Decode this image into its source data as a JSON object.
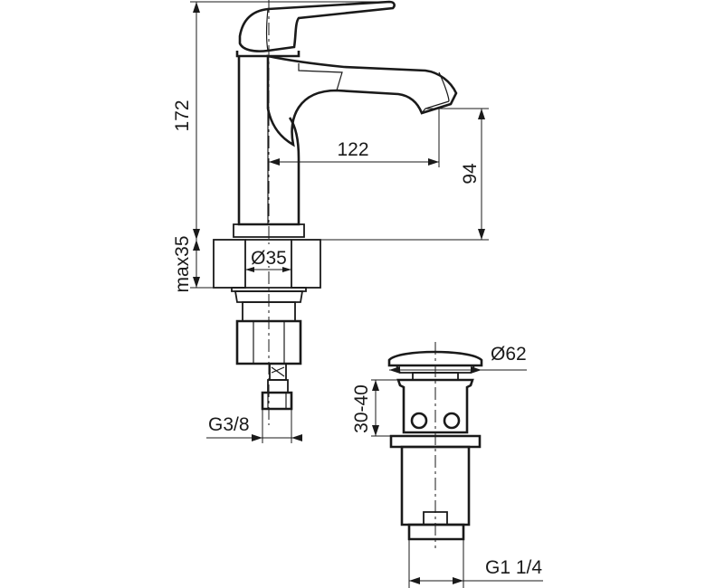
{
  "dimensions": {
    "height_total": "172",
    "spout_reach": "122",
    "spout_height": "94",
    "max_counter_thickness": "max35",
    "hole_diameter": "Ø35",
    "supply_thread": "G3/8",
    "drain_cap_diameter": "Ø62",
    "drain_adjust_range": "30-40",
    "drain_thread": "G1 1/4"
  }
}
